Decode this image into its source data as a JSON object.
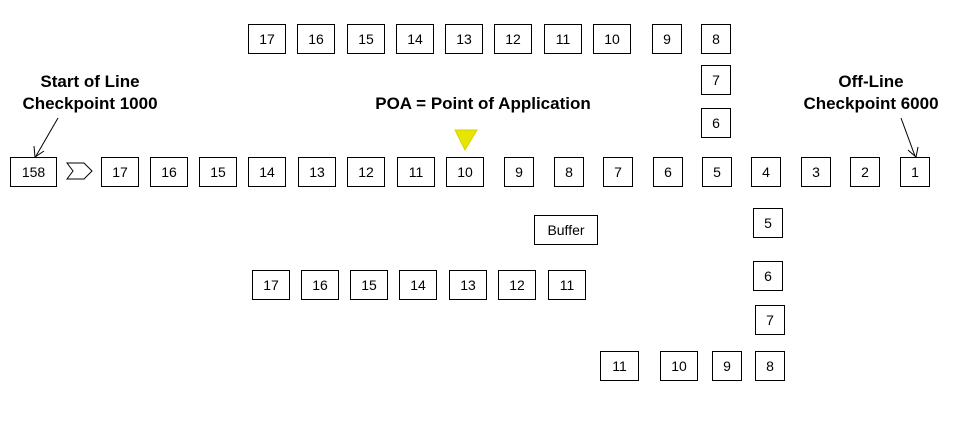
{
  "labels": {
    "start_line1": "Start of Line",
    "start_line2": "Checkpoint 1000",
    "offline_line1": "Off-Line",
    "offline_line2": "Checkpoint 6000",
    "poa": "POA = Point of Application"
  },
  "colors": {
    "poa_marker": "#e6e600",
    "box_border": "#000000"
  },
  "icons": {
    "chevron": "chevron-right-icon",
    "marker": "triangle-down-icon"
  },
  "main_line": {
    "start_box": "158",
    "stations": [
      "17",
      "16",
      "15",
      "14",
      "13",
      "12",
      "11",
      "10",
      "9",
      "8",
      "7",
      "6",
      "5",
      "4",
      "3",
      "2",
      "1"
    ]
  },
  "top_line": {
    "stations": [
      "17",
      "16",
      "15",
      "14",
      "13",
      "12",
      "11",
      "10",
      "9",
      "8"
    ],
    "vertical_stations": [
      "7",
      "6"
    ]
  },
  "buffer_label": "Buffer",
  "lower_branch": {
    "vertical_stations": [
      "5",
      "6",
      "7"
    ],
    "bottom_stations": [
      "11",
      "10",
      "9",
      "8"
    ]
  },
  "bottom_line": {
    "stations": [
      "17",
      "16",
      "15",
      "14",
      "13",
      "12",
      "11"
    ]
  }
}
